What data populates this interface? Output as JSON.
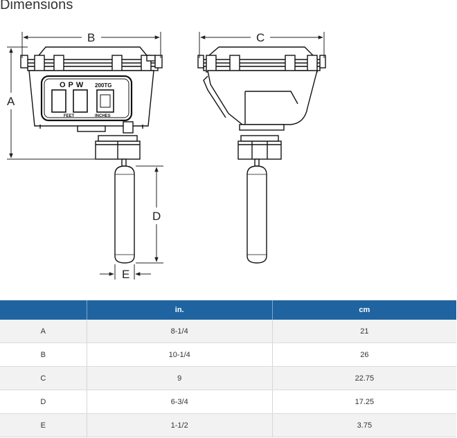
{
  "heading": "Dimensions",
  "drawing": {
    "dimension_labels": {
      "a": "A",
      "b": "B",
      "c": "C",
      "d": "D",
      "e": "E"
    },
    "panel": {
      "brand": "OPW",
      "model": "200TG",
      "feet_label": "FEET",
      "inches_label": "INCHES"
    }
  },
  "table": {
    "headers": [
      "",
      "in.",
      "cm"
    ],
    "rows": [
      {
        "dim": "A",
        "in": "8-1/4",
        "cm": "21"
      },
      {
        "dim": "B",
        "in": "10-1/4",
        "cm": "26"
      },
      {
        "dim": "C",
        "in": "9",
        "cm": "22.75"
      },
      {
        "dim": "D",
        "in": "6-3/4",
        "cm": "17.25"
      },
      {
        "dim": "E",
        "in": "1-1/2",
        "cm": "3.75"
      }
    ]
  }
}
